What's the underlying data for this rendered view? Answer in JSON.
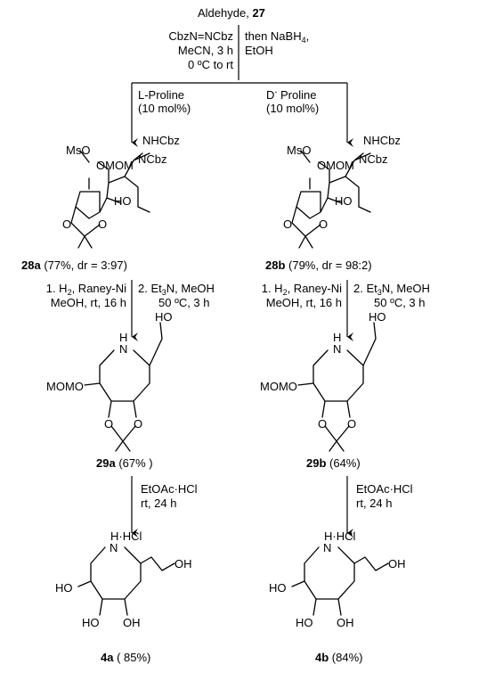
{
  "top": {
    "reagent": "Aldehyde, ",
    "compound": "27"
  },
  "conditions": {
    "left": [
      "CbzN=NCbz",
      "MeCN, 3 h",
      "0 ºC to rt"
    ],
    "right": [
      "then NaBH",
      "EtOH"
    ],
    "right_sub": "4"
  },
  "branch_left": {
    "catalyst": "L-Proline",
    "loading": "(10 mol%)"
  },
  "branch_right": {
    "catalyst": "D",
    "cat_sup": "-",
    "catalyst_rest": " Proline",
    "loading": "(10 mol%)"
  },
  "atoms": {
    "ms": "MsO",
    "omom": "OMOM",
    "nhcbz": "NHCbz",
    "ncbz": "NCbz",
    "ho": "HO",
    "o": "O",
    "n": "N",
    "h": "H",
    "hcl_n": "H·HCl",
    "mom": "MOMO",
    "oh": "OH"
  },
  "compounds": {
    "c28a": {
      "id": "28a",
      "info": " (77%, dr = 3:97)"
    },
    "c28b": {
      "id": "28b",
      "info": " (79%, dr = 98:2)"
    },
    "c29a": {
      "id": "29a",
      "info": " (67% )"
    },
    "c29b": {
      "id": "29b",
      "info": " (64%)"
    },
    "c4a": {
      "id": "4a",
      "info": " ( 85%)"
    },
    "c4b": {
      "id": "4b",
      "info": " (84%)"
    }
  },
  "step2": {
    "l1": "1. H",
    "l1_sub": "2",
    "l1_rest": ", Raney-Ni",
    "l2": "MeOH, rt, 16 h",
    "r1": "2. Et",
    "r1_sub": "3",
    "r1_rest": "N, MeOH",
    "r2": "50 ºC, 3 h"
  },
  "step3": {
    "l1": "EtOAc·HCl",
    "l2": "rt, 24 h"
  }
}
